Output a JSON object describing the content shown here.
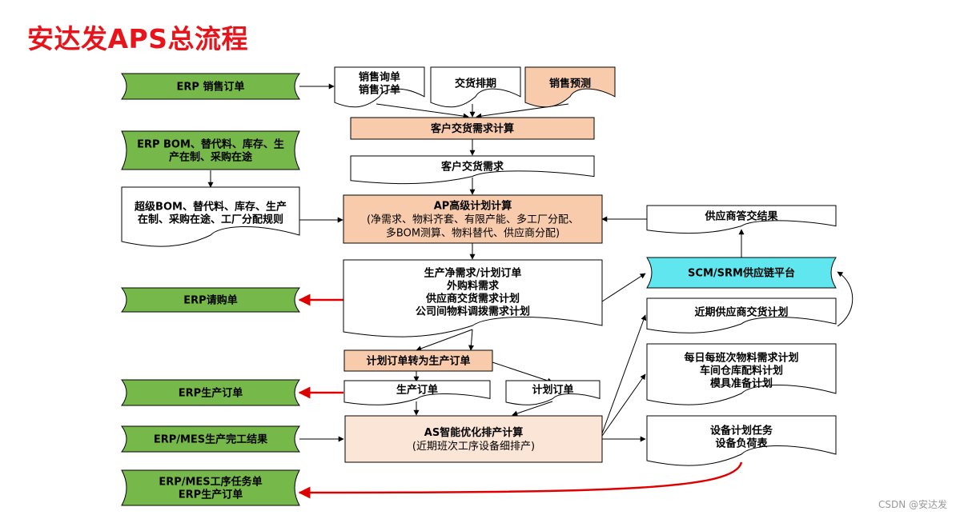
{
  "title": "安达发APS总流程",
  "watermark": "CSDN @安达发",
  "colors": {
    "title": "#e8141c",
    "erp_green": "#77b84a",
    "calc_orange": "#f8cbad",
    "plan_orange": "#fbe5d6",
    "scm_cyan": "#5fe6ee",
    "arrow_red": "#e00000",
    "line": "#000000"
  },
  "nodes": {
    "erp_sales_order": [
      "ERP 销售订单"
    ],
    "erp_bom": [
      "ERP BOM、替代料、库存、生",
      "产在制、采购在途"
    ],
    "super_bom": [
      "超级BOM、替代料、库存、生产",
      "在制、采购在途、工厂分配规则"
    ],
    "sales_inquiry": [
      "销售询单",
      "销售订单"
    ],
    "delivery_schedule": [
      "交货排期"
    ],
    "sales_forecast": [
      "销售预测"
    ],
    "customer_demand_calc": [
      "客户交货需求计算"
    ],
    "customer_demand": [
      "客户交货需求"
    ],
    "ap_calc_title": [
      "AP高级计划计算"
    ],
    "ap_calc_detail": [
      "(净需求、物料齐套、有限产能、多工厂分配、",
      "多BOM测算、物料替代、供应商分配)"
    ],
    "supplier_reply": [
      "供应商答交结果"
    ],
    "scm": [
      "SCM/SRM供应链平台"
    ],
    "plan_outputs": [
      "生产净需求/计划订单",
      "外购料需求",
      "供应商交货需求计划",
      "公司间物料调拨需求计划"
    ],
    "erp_purchase_req": [
      "ERP请购单"
    ],
    "near_supplier_plan": [
      "近期供应商交货计划"
    ],
    "plan_to_prod": [
      "计划订单转为生产订单"
    ],
    "production_order": [
      "生产订单"
    ],
    "planned_order": [
      "计划订单"
    ],
    "erp_production_order": [
      "ERP生产订单"
    ],
    "daily_plans": [
      "每日每班次物料需求计划",
      "车间仓库配料计划",
      "模具准备计划"
    ],
    "erp_mes_result": [
      "ERP/MES生产完工结果"
    ],
    "as_calc_title": [
      "AS智能优化排产计算"
    ],
    "as_calc_detail": [
      "(近期班次工序设备细排产)"
    ],
    "equipment_tasks": [
      "设备计划任务",
      "设备负荷表"
    ],
    "erp_mes_tasks": [
      "ERP/MES工序任务单",
      "ERP生产订单"
    ]
  }
}
